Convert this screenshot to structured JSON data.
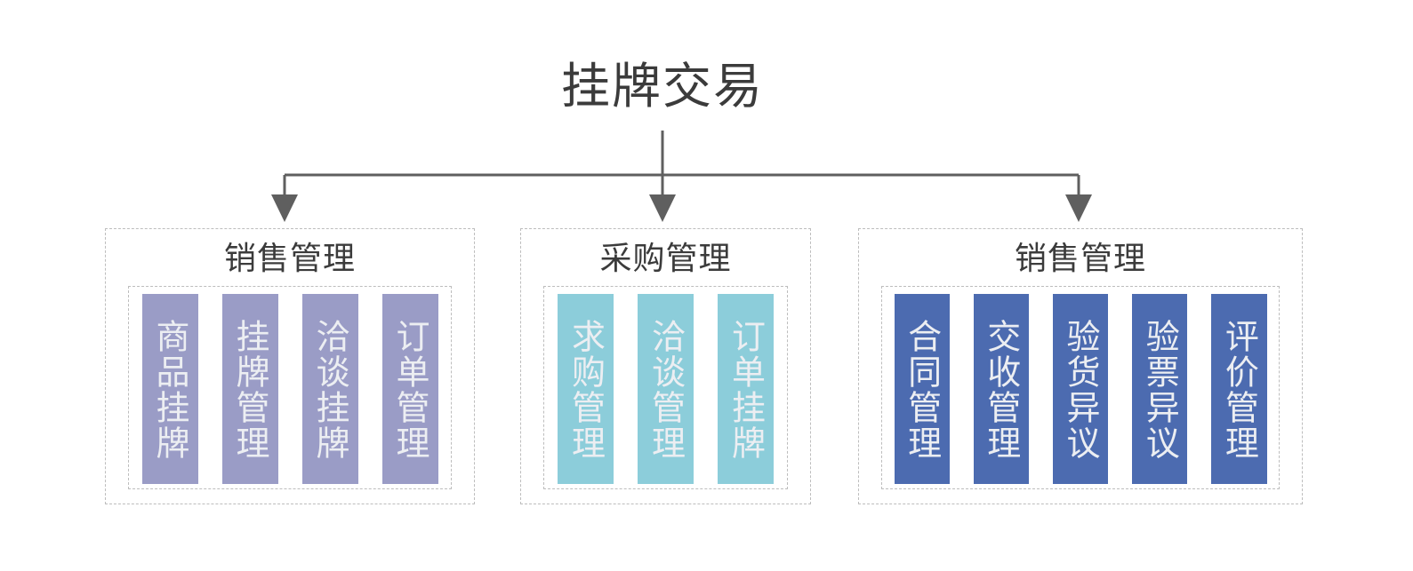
{
  "diagram": {
    "root": {
      "title": "挂牌交易"
    },
    "colors": {
      "group_border": "#bdbdbd",
      "connector": "#5f5f5f",
      "title_text": "#3b3b3b",
      "bar_text": "#eceef2",
      "sales_listing_bar": "#9a9cc6",
      "purchase_bar": "#8ccdda",
      "sales_fulfillment_bar": "#4c6bb0",
      "background": "#ffffff"
    },
    "groups": [
      {
        "title": "销售管理",
        "color": "#9a9cc6",
        "items": [
          {
            "label": "商品挂牌"
          },
          {
            "label": "挂牌管理"
          },
          {
            "label": "洽谈挂牌"
          },
          {
            "label": "订单管理"
          }
        ]
      },
      {
        "title": "采购管理",
        "color": "#8ccdda",
        "items": [
          {
            "label": "求购管理"
          },
          {
            "label": "洽谈管理"
          },
          {
            "label": "订单挂牌"
          }
        ]
      },
      {
        "title": "销售管理",
        "color": "#4c6bb0",
        "items": [
          {
            "label": "合同管理"
          },
          {
            "label": "交收管理"
          },
          {
            "label": "验货异议"
          },
          {
            "label": "验票异议"
          },
          {
            "label": "评价管理"
          }
        ]
      }
    ]
  }
}
